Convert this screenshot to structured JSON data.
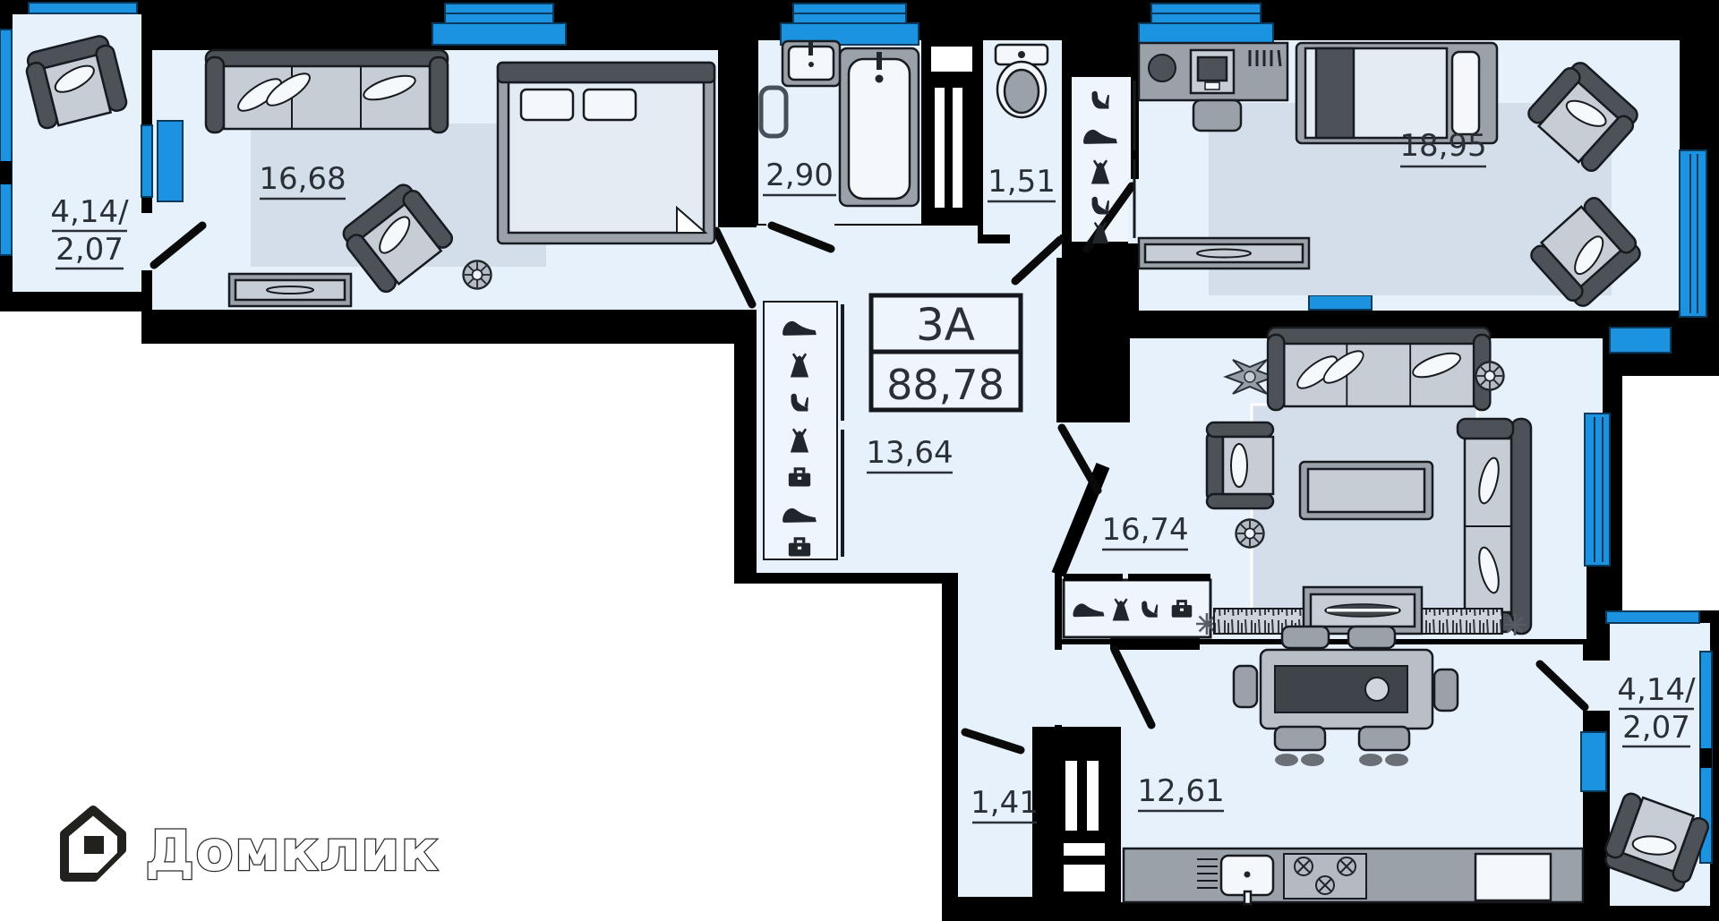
{
  "plan": {
    "unit": {
      "number": "3А",
      "area": "88,78"
    },
    "labels": {
      "balcony_tl_1": "4,14/",
      "balcony_tl_2": "2,07",
      "bedroom_left": "16,68",
      "bathroom": "2,90",
      "wc": "1,51",
      "bedroom_right": "18,95",
      "hallway": "13,64",
      "living": "16,74",
      "kitchen": "12,61",
      "storage": "1,41",
      "balcony_br_1": "4,14/",
      "balcony_br_2": "2,07"
    },
    "brand": {
      "name": "Домклик"
    },
    "icons": {
      "wardrobe_items": [
        "sneaker",
        "dress",
        "high-heel",
        "briefcase"
      ],
      "decor": [
        "fan",
        "snowflake",
        "plant-star"
      ]
    },
    "colors": {
      "window_blue": "#1b93e0",
      "floor": "#e6f1fc",
      "wall": "#000000",
      "furniture_dark": "#4c5258",
      "furniture_light": "#c6cdd4"
    }
  }
}
